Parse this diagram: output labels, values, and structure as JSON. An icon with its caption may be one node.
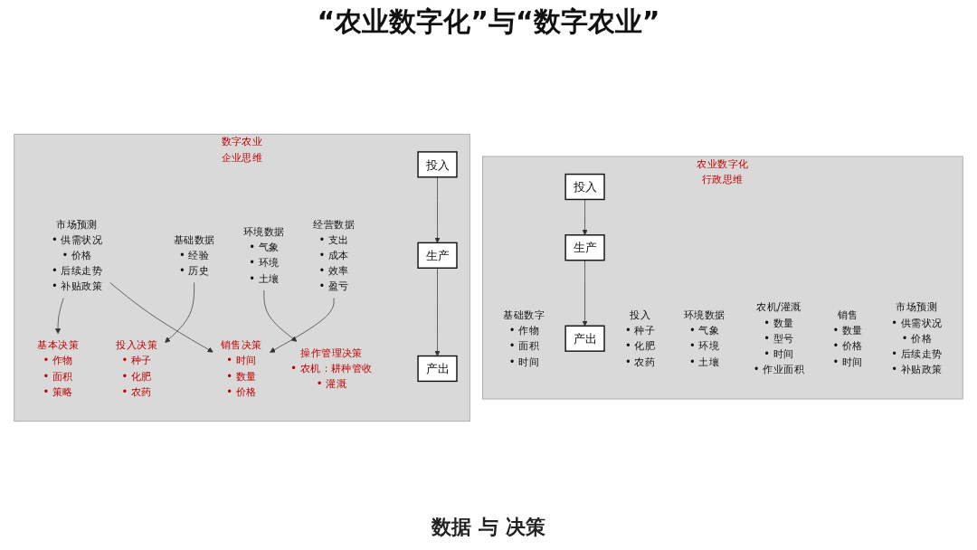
{
  "diagram": {
    "title": "“农业数字化”与“数字农业”",
    "caption": "数据 与 决策",
    "nodes": [
      {
        "text": [
          "农业数字化",
          "行政思维"
        ]
      },
      {
        "text": [
          "基础数字",
          "• 作物",
          "• 面积",
          "• 时间"
        ],
        "in": 0
      },
      {
        "text": [
          "投入",
          "• 种子",
          "• 化肥",
          "• 农药"
        ],
        "in": 0
      },
      {
        "text": [
          "投入"
        ],
        "in": 0
      },
      {
        "text": [
          "环境数据",
          "• 气象",
          "• 环境",
          "• 土壤"
        ],
        "in": 0
      },
      {
        "text": [
          "农机/灌溉",
          "• 数量",
          "• 型号",
          "• 时间",
          "• 作业面积"
        ],
        "in": 0
      },
      {
        "text": [
          "生产"
        ],
        "in": 0
      },
      {
        "text": [
          "销售",
          "• 数量",
          "• 价格",
          "• 时间"
        ],
        "in": 0
      },
      {
        "text": [
          "产出"
        ],
        "in": 0
      },
      {
        "text": [
          "市场预测",
          "• 供需状况",
          "• 价格",
          "• 后续走势",
          "• 补贴政策"
        ],
        "in": 0
      },
      {
        "text": [
          "数字农业",
          "企业思维"
        ]
      },
      {
        "text": [
          "基本决策",
          "• 作物",
          "• 面积",
          "• 策略"
        ],
        "in": 10
      },
      {
        "text": [
          "投入决策",
          "• 种子",
          "• 化肥",
          "• 农药"
        ],
        "in": 10
      },
      {
        "text": [
          "基础数据",
          "• 经验",
          "• 历史"
        ],
        "in": 10
      },
      {
        "text": [
          "投入"
        ],
        "in": 10
      },
      {
        "text": [
          "环境数据",
          "• 气象",
          "• 环境",
          "• 土壤"
        ],
        "in": 10
      },
      {
        "text": [
          "操作管理决策",
          "• 农机：耕种管收",
          "• 灌溉"
        ],
        "in": 10
      },
      {
        "text": [
          "生产"
        ],
        "in": 10
      },
      {
        "text": [
          "经营数据",
          "• 支出",
          "• 成本",
          "• 效率",
          "• 盈亏"
        ],
        "in": 10
      },
      {
        "text": [
          "销售决策",
          "• 时间",
          "• 数量",
          "• 价格"
        ],
        "in": 10
      },
      {
        "text": [
          "产出"
        ],
        "in": 10
      },
      {
        "text": [
          "市场预测",
          "• 供需状况",
          "• 价格",
          "• 后续走势",
          "• 补贴政策"
        ],
        "in": 10
      }
    ],
    "edges": [
      {
        "from": 3,
        "to": 6,
        "arrow": "to"
      },
      {
        "from": 6,
        "to": 8,
        "arrow": "to"
      },
      {
        "from": 21,
        "to": 11,
        "arrow": "to"
      },
      {
        "from": 13,
        "to": 12,
        "arrow": "to"
      },
      {
        "from": 15,
        "to": 16,
        "arrow": "to"
      },
      {
        "from": 18,
        "to": 19,
        "arrow": "to"
      },
      {
        "from": 21,
        "to": 19,
        "arrow": "to"
      },
      {
        "from": 14,
        "to": 17,
        "arrow": "to"
      },
      {
        "from": 17,
        "to": 20,
        "arrow": "to"
      }
    ]
  }
}
